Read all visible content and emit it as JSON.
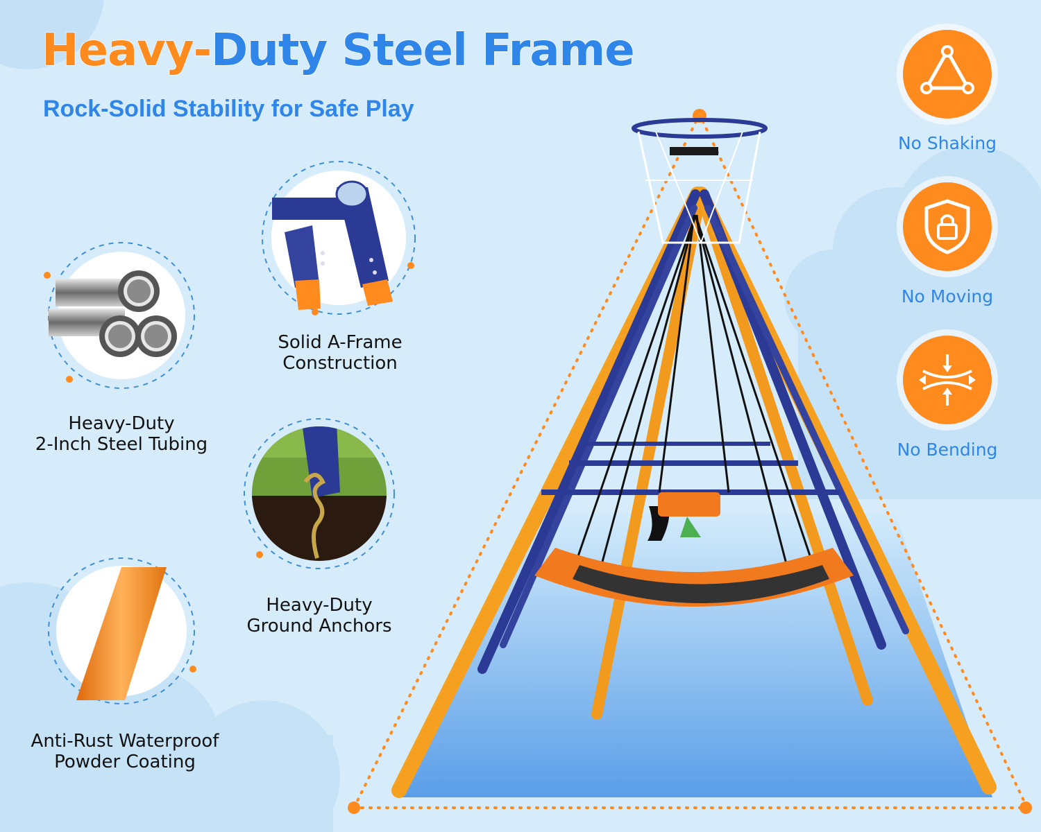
{
  "header": {
    "title_part1": "Heavy-",
    "title_part2": "Duty Steel Frame",
    "subtitle": "Rock-Solid Stability for Safe Play"
  },
  "features": [
    {
      "line1": "Heavy-Duty",
      "line2": "2-Inch Steel Tubing"
    },
    {
      "line1": "Solid A-Frame",
      "line2": "Construction"
    },
    {
      "line1": "Heavy-Duty",
      "line2": "Ground Anchors"
    },
    {
      "line1": "Anti-Rust Waterproof",
      "line2": "Powder Coating"
    }
  ],
  "badges": [
    {
      "label": "No Shaking",
      "icon": "triangle-icon"
    },
    {
      "label": "No Moving",
      "icon": "shield-lock-icon"
    },
    {
      "label": "No Bending",
      "icon": "compress-arrows-icon"
    }
  ],
  "colors": {
    "orange": "#ff8a1e",
    "blue": "#2f86e8",
    "navy": "#2b3a94",
    "background": "#d6ecfa"
  }
}
